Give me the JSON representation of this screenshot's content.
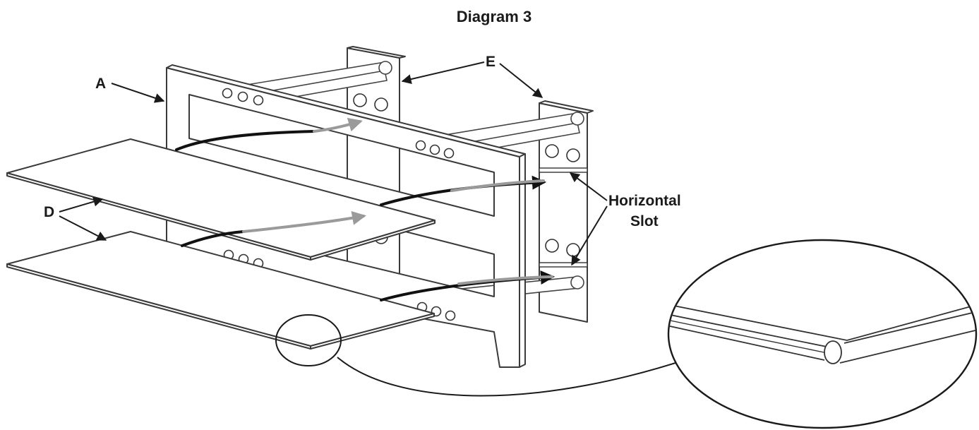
{
  "diagram": {
    "title": "Diagram 3",
    "labels": {
      "a": "A",
      "d": "D",
      "e": "E",
      "slot_line1": "Horizontal",
      "slot_line2": "Slot"
    },
    "colors": {
      "line": "#3a3a3a",
      "arrow_dark": "#111111",
      "arrow_light": "#9a9a9a",
      "background": "#ffffff"
    }
  }
}
